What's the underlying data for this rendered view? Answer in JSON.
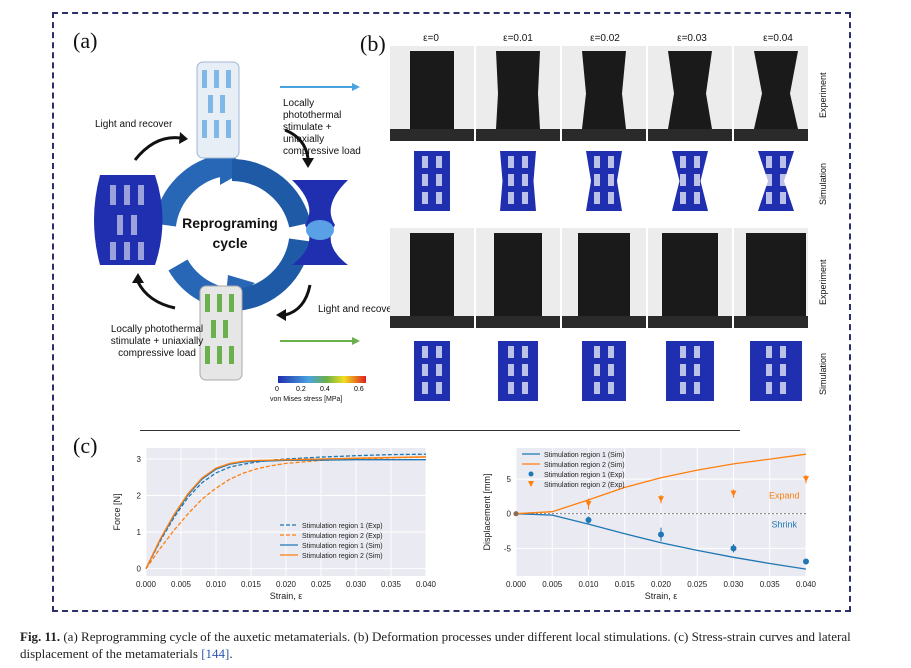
{
  "panels": {
    "a": "(a)",
    "b": "(b)",
    "c": "(c)"
  },
  "panel_a": {
    "center_title": "Reprograming cycle",
    "label_top_left": "Light and recover",
    "label_top_right": "Locally photothermal stimulate + uniaxially compressive load",
    "label_bottom_right": "Light and recover",
    "label_bottom_left": "Locally photothermal stimulate + uniaxially compressive load",
    "colorbar_ticks": [
      "0",
      "0.2",
      "0.4",
      "0.6"
    ],
    "colorbar_title": "von Mises stress [MPa]",
    "colors": {
      "structure": "#1f2fb0",
      "arrow": "#2767b5",
      "green": "#6ab04c",
      "light_blue": "#7fb8e6"
    }
  },
  "panel_b": {
    "strains": [
      "ε=0",
      "ε=0.01",
      "ε=0.02",
      "ε=0.03",
      "ε=0.04"
    ],
    "row_labels": [
      "Experiment",
      "Simulation",
      "Experiment",
      "Simulation"
    ]
  },
  "chart_data": [
    {
      "type": "line",
      "xlabel": "Strain, ε",
      "ylabel": "Force [N]",
      "xlim": [
        0,
        0.04
      ],
      "ylim": [
        -0.2,
        3.3
      ],
      "xticks": [
        "0.000",
        "0.005",
        "0.010",
        "0.015",
        "0.020",
        "0.025",
        "0.030",
        "0.035",
        "0.040"
      ],
      "yticks": [
        "0",
        "1",
        "2",
        "3"
      ],
      "legend": "bottom-right",
      "series": [
        {
          "name": "Stimulation region 1 (Exp)",
          "style": "dashed",
          "color": "#1f77b4",
          "x": [
            0,
            0.002,
            0.004,
            0.006,
            0.008,
            0.01,
            0.012,
            0.014,
            0.016,
            0.018,
            0.02,
            0.025,
            0.03,
            0.035,
            0.04
          ],
          "y": [
            0,
            0.75,
            1.4,
            1.95,
            2.35,
            2.62,
            2.78,
            2.86,
            2.92,
            2.97,
            3.0,
            3.05,
            3.09,
            3.12,
            3.13
          ]
        },
        {
          "name": "Stimulation region 2 (Exp)",
          "style": "dashed",
          "color": "#ff7f0e",
          "x": [
            0,
            0.002,
            0.004,
            0.006,
            0.008,
            0.01,
            0.012,
            0.014,
            0.016,
            0.018,
            0.02,
            0.025,
            0.03,
            0.035,
            0.04
          ],
          "y": [
            0,
            0.55,
            1.05,
            1.5,
            1.9,
            2.2,
            2.45,
            2.62,
            2.74,
            2.82,
            2.88,
            2.96,
            3.0,
            3.03,
            3.05
          ]
        },
        {
          "name": "Stimulation region 1 (Sim)",
          "style": "solid",
          "color": "#1f77b4",
          "x": [
            0,
            0.002,
            0.004,
            0.006,
            0.008,
            0.01,
            0.012,
            0.014,
            0.016,
            0.018,
            0.02,
            0.025,
            0.03,
            0.035,
            0.04
          ],
          "y": [
            0,
            0.78,
            1.45,
            2.02,
            2.45,
            2.72,
            2.86,
            2.92,
            2.94,
            2.95,
            2.96,
            2.97,
            2.98,
            2.98,
            2.98
          ]
        },
        {
          "name": "Stimulation region 2 (Sim)",
          "style": "solid",
          "color": "#ff7f0e",
          "x": [
            0,
            0.002,
            0.004,
            0.006,
            0.008,
            0.01,
            0.012,
            0.014,
            0.016,
            0.018,
            0.02,
            0.025,
            0.03,
            0.035,
            0.04
          ],
          "y": [
            0,
            0.8,
            1.48,
            2.05,
            2.48,
            2.75,
            2.88,
            2.94,
            2.96,
            2.97,
            2.98,
            3.0,
            3.02,
            3.04,
            3.06
          ]
        }
      ]
    },
    {
      "type": "line",
      "xlabel": "Strain, ε",
      "ylabel": "Displacement [mm]",
      "xlim": [
        0,
        0.04
      ],
      "ylim": [
        -9,
        9.5
      ],
      "xticks": [
        "0.000",
        "0.005",
        "0.010",
        "0.015",
        "0.020",
        "0.025",
        "0.030",
        "0.035",
        "0.040"
      ],
      "yticks": [
        "-5",
        "0",
        "5"
      ],
      "legend": "top-left",
      "annotations": [
        {
          "text": "Expand",
          "color": "#ff7f0e"
        },
        {
          "text": "Shrink",
          "color": "#1f77b4"
        }
      ],
      "series": [
        {
          "name": "Stimulation region 1 (Sim)",
          "kind": "line",
          "color": "#1f77b4",
          "x": [
            0,
            0.005,
            0.01,
            0.015,
            0.02,
            0.025,
            0.03,
            0.035,
            0.04
          ],
          "y": [
            0,
            -0.2,
            -1.5,
            -2.9,
            -4.2,
            -5.3,
            -6.3,
            -7.2,
            -8.0
          ]
        },
        {
          "name": "Stimulation region 2 (Sim)",
          "kind": "line",
          "color": "#ff7f0e",
          "x": [
            0,
            0.005,
            0.01,
            0.015,
            0.02,
            0.025,
            0.03,
            0.035,
            0.04
          ],
          "y": [
            0,
            0.3,
            2.0,
            3.8,
            5.2,
            6.3,
            7.2,
            7.9,
            8.6
          ]
        },
        {
          "name": "Stimulation region 1 (Exp)",
          "kind": "errorbar",
          "color": "#1f77b4",
          "x": [
            0,
            0.01,
            0.02,
            0.03,
            0.04
          ],
          "y": [
            0,
            -0.9,
            -3.0,
            -5.0,
            -6.9
          ],
          "err": [
            0,
            0.5,
            1.0,
            0.6,
            0.3
          ]
        },
        {
          "name": "Stimulation region 2 (Exp)",
          "kind": "errorbar",
          "color": "#ff7f0e",
          "x": [
            0,
            0.01,
            0.02,
            0.03,
            0.04
          ],
          "y": [
            0,
            1.4,
            2.1,
            2.9,
            5.0
          ],
          "err": [
            0,
            0.8,
            0.6,
            0.6,
            0.6
          ]
        }
      ]
    }
  ],
  "caption": {
    "label": "Fig. 11.",
    "text": " (a) Reprogramming cycle of the auxetic metamaterials. (b) Deformation processes under different local stimulations. (c) Stress-strain curves and lateral displacement of the metamaterials ",
    "ref": "[144]",
    "end": "."
  }
}
